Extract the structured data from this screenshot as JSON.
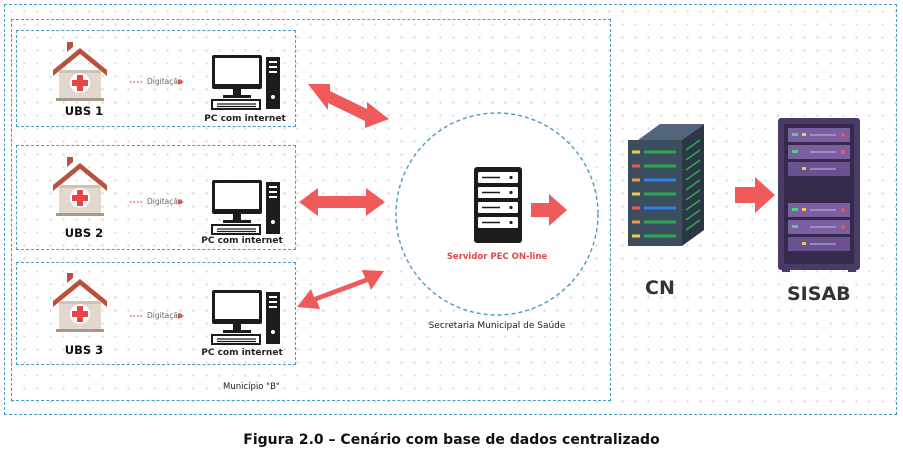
{
  "ubs_units": [
    {
      "label": "UBS 1",
      "link_label": "Digitação",
      "pc_label": "PC com internet"
    },
    {
      "label": "UBS 2",
      "link_label": "Digitação",
      "pc_label": "PC com internet"
    },
    {
      "label": "UBS 3",
      "link_label": "Digitação",
      "pc_label": "PC com internet"
    }
  ],
  "municipality": {
    "label": "Município \"B\""
  },
  "secretaria": {
    "label": "Secretaria Municipal de Saúde",
    "server_label": "Servidor PEC ON-line"
  },
  "cn": {
    "label": "CN"
  },
  "sisab": {
    "label": "SISAB"
  },
  "caption": "Figura 2.0 – Cenário com base de dados centralizado",
  "colors": {
    "arrow": "#f05a5a",
    "dashed_border": "#4a9bc0",
    "server_text": "#e04848",
    "cn_body": "#3c4d5e",
    "sisab_body": "#4a3a66"
  }
}
